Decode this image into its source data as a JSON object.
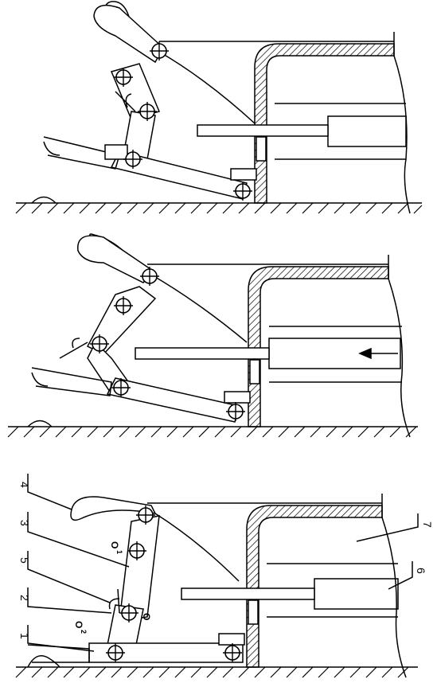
{
  "panels": [
    {
      "name": "panel-top",
      "ref_labels": []
    },
    {
      "name": "panel-middle",
      "ref_labels": []
    },
    {
      "name": "panel-bottom",
      "ref_labels": [
        "1",
        "2",
        "3",
        "4",
        "5",
        "6",
        "7"
      ]
    }
  ],
  "bottom_panel": {
    "callouts": {
      "c1": "1",
      "c2": "2",
      "c3": "3",
      "c4": "4",
      "c5": "5",
      "c6": "6",
      "c7": "7"
    },
    "symbols": {
      "o1": "O",
      "o1_sub": "1",
      "o2": "O",
      "o2_sub": "2",
      "o": "O"
    }
  },
  "colors": {
    "line": "#000000",
    "hatch": "#000000",
    "background": "#ffffff"
  }
}
